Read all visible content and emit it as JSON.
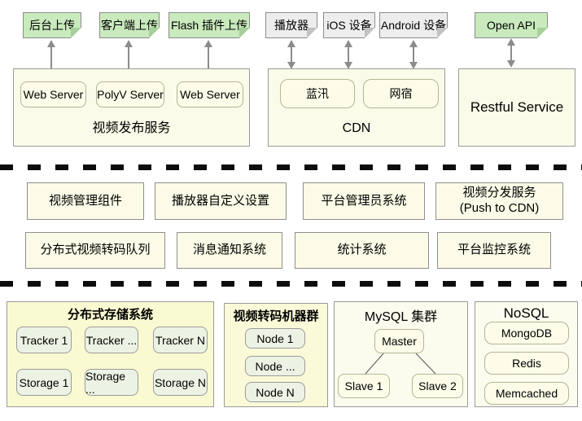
{
  "notes": [
    {
      "label": "后台上传",
      "style": "green"
    },
    {
      "label": "客户端上传",
      "style": "green"
    },
    {
      "label": "Flash 插件上传",
      "style": "green"
    },
    {
      "label": "播放器",
      "style": "gray"
    },
    {
      "label": "iOS 设备",
      "style": "gray"
    },
    {
      "label": "Android 设备",
      "style": "gray"
    },
    {
      "label": "Open API",
      "style": "green"
    }
  ],
  "services": {
    "publish": {
      "title": "视频发布服务",
      "servers": [
        "Web Server",
        "PolyV Server",
        "Web Server"
      ]
    },
    "cdn": {
      "title": "CDN",
      "providers": [
        "蓝汛",
        "网宿"
      ]
    },
    "restful": {
      "title": "Restful Service"
    }
  },
  "platform_modules": {
    "row1": [
      {
        "label": "视频管理组件"
      },
      {
        "label": "播放器自定义设置"
      },
      {
        "label": "平台管理员系统"
      },
      {
        "label": "视频分发服务",
        "label2": "(Push to CDN)"
      }
    ],
    "row2": [
      {
        "label": "分布式视频转码队列"
      },
      {
        "label": "消息通知系统"
      },
      {
        "label": "统计系统"
      },
      {
        "label": "平台监控系统"
      }
    ]
  },
  "infrastructure": {
    "storage": {
      "title": "分布式存储系统",
      "nodes": [
        "Tracker 1",
        "Tracker ...",
        "Tracker N",
        "Storage 1",
        "Storage ...",
        "Storage N"
      ]
    },
    "transcode": {
      "title": "视频转码机器群",
      "nodes": [
        "Node 1",
        "Node ...",
        "Node N"
      ]
    },
    "mysql": {
      "title": "MySQL 集群",
      "master": "Master",
      "slaves": [
        "Slave 1",
        "Slave 2"
      ]
    },
    "nosql": {
      "title": "NoSQL",
      "nodes": [
        "MongoDB",
        "Redis",
        "Memcached"
      ]
    }
  },
  "colors": {
    "note_green": "#c9eabd",
    "note_gray": "#ededed",
    "container_yellow": "#fbfbe9",
    "storage_yellow": "#fafad2",
    "node_green": "#edf3e4",
    "box_yellow": "#fcfce8",
    "arrow_gray": "#8c8c8c",
    "divider_black": "#0d0d0d"
  }
}
